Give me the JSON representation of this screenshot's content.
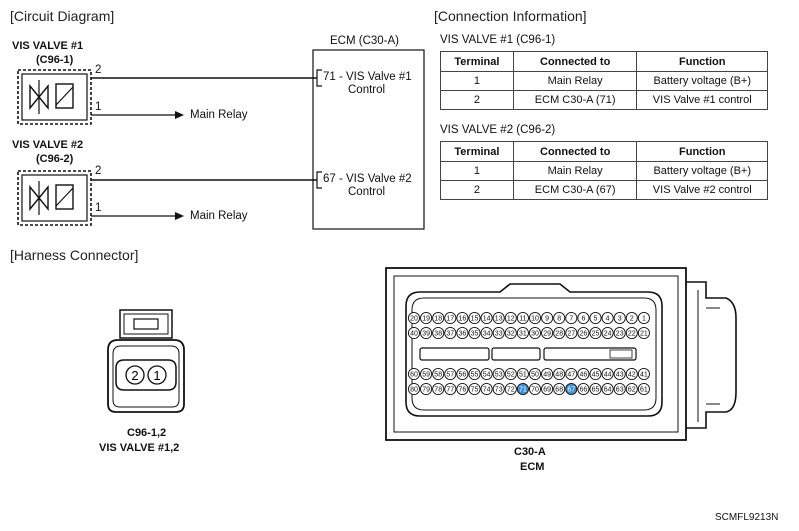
{
  "circuit": {
    "heading": "[Circuit Diagram]",
    "valve1": {
      "title": "VIS VALVE #1",
      "code": "(C96-1)",
      "pin_top": "2",
      "pin_bottom": "1",
      "relay": "Main Relay"
    },
    "valve2": {
      "title": "VIS VALVE #2",
      "code": "(C96-2)",
      "pin_top": "2",
      "pin_bottom": "1",
      "relay": "Main Relay"
    },
    "ecm": {
      "title": "ECM (C30-A)",
      "pin71_line1": "71 - VIS Valve #1",
      "pin71_line2": "Control",
      "pin67_line1": "67 - VIS Valve #2",
      "pin67_line2": "Control"
    }
  },
  "connection": {
    "heading": "[Connection Information]",
    "table1_title": "VIS VALVE #1 (C96-1)",
    "table2_title": "VIS VALVE #2 (C96-2)",
    "columns": [
      "Terminal",
      "Connected to",
      "Function"
    ],
    "table1_rows": [
      [
        "1",
        "Main Relay",
        "Battery voltage (B+)"
      ],
      [
        "2",
        "ECM C30-A (71)",
        "VIS Valve #1 control"
      ]
    ],
    "table2_rows": [
      [
        "1",
        "Main Relay",
        "Battery voltage (B+)"
      ],
      [
        "2",
        "ECM C30-A (67)",
        "VIS Valve #2 control"
      ]
    ]
  },
  "harness": {
    "heading": "[Harness Connector]",
    "small_connector": {
      "pin_left": "2",
      "pin_right": "1",
      "caption1": "C96-1,2",
      "caption2": "VIS VALVE #1,2"
    },
    "ecm_connector": {
      "caption1": "C30-A",
      "caption2": "ECM",
      "row1": [
        "20",
        "19",
        "18",
        "17",
        "16",
        "15",
        "14",
        "13",
        "12",
        "11",
        "10",
        "9",
        "8",
        "7",
        "6",
        "5",
        "4",
        "3",
        "2",
        "1"
      ],
      "row2": [
        "40",
        "39",
        "38",
        "37",
        "36",
        "35",
        "34",
        "33",
        "32",
        "31",
        "30",
        "29",
        "28",
        "27",
        "26",
        "25",
        "24",
        "23",
        "22",
        "21"
      ],
      "row3": [
        "60",
        "59",
        "58",
        "57",
        "56",
        "55",
        "54",
        "53",
        "52",
        "51",
        "50",
        "49",
        "48",
        "47",
        "46",
        "45",
        "44",
        "43",
        "42",
        "41"
      ],
      "row4": [
        "80",
        "79",
        "78",
        "77",
        "76",
        "75",
        "74",
        "73",
        "72",
        "71",
        "70",
        "69",
        "68",
        "67",
        "66",
        "65",
        "64",
        "63",
        "62",
        "61"
      ],
      "highlight_pins": [
        "71",
        "67"
      ],
      "highlight_color": "#3d8fd6"
    }
  },
  "figure_code": "SCMFL9213N"
}
